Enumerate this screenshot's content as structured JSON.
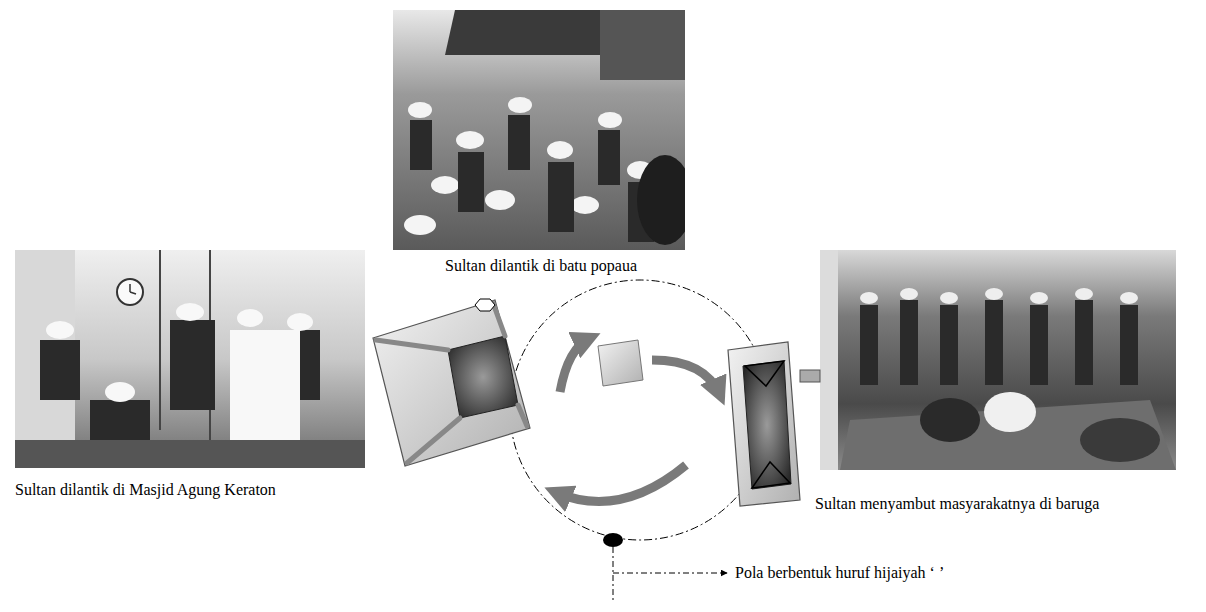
{
  "diagram": {
    "labels": [
      "Sultan dilantik di batu popaua",
      "Sultan dilantik di Masjid Agung Keraton",
      "Sultan menyambut masyarakatnya di baruga",
      "Pola berbentuk huruf hijaiyah ‘ ’"
    ]
  }
}
